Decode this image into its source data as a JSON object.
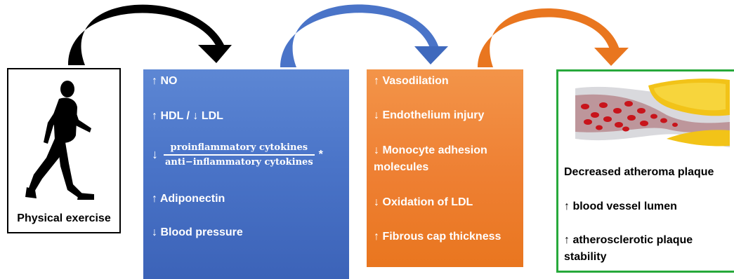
{
  "exercise": {
    "label": "Physical exercise"
  },
  "blue_box": {
    "items": [
      {
        "text": "↑ NO"
      },
      {
        "text": "↑ HDL / ↓ LDL"
      },
      {
        "arrow": "↓",
        "numerator": "proinflammatory cytokines",
        "denominator": "anti−inflammatory cytokines",
        "marker": "*"
      },
      {
        "text": "↑ Adiponectin"
      },
      {
        "text": "↓ Blood pressure"
      }
    ]
  },
  "orange_box": {
    "items": [
      {
        "text": "↑ Vasodilation"
      },
      {
        "text": "↓ Endothelium injury"
      },
      {
        "text": "↓ Monocyte adhesion molecules"
      },
      {
        "text": "↓ Oxidation of LDL"
      },
      {
        "text": "↑ Fibrous cap thickness"
      }
    ]
  },
  "green_box": {
    "items": [
      {
        "text": "Decreased atheroma plaque"
      },
      {
        "text": "↑ blood vessel lumen"
      },
      {
        "text": "↑ atherosclerotic plaque stability"
      }
    ]
  },
  "colors": {
    "arrow_1": "#000000",
    "arrow_2": "#4a74c8",
    "arrow_3": "#e9761f",
    "blue_box": "#4a74c8",
    "orange_box": "#ee7f32",
    "green_border": "#27a93b",
    "plaque": "#f2c318",
    "blood_cells": "#c8141b"
  },
  "icons": [
    "running-person-icon",
    "blood-vessel-plaque-icon"
  ]
}
